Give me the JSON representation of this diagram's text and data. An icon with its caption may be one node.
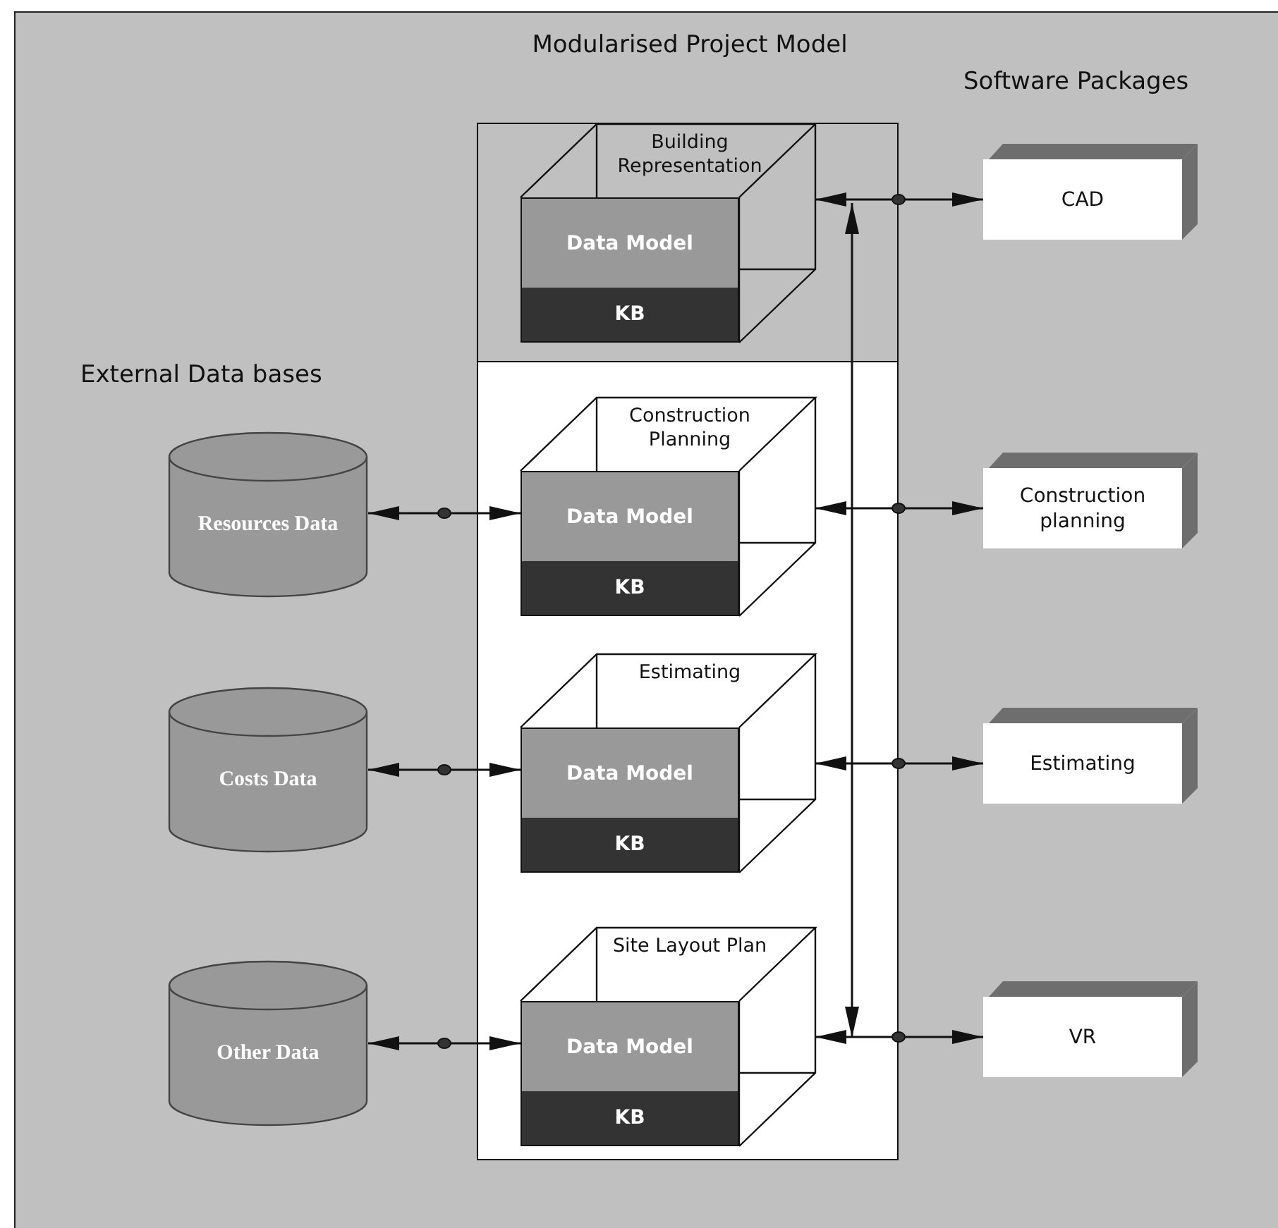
{
  "diagram": {
    "nodes": [
      {
        "text": [
          "Modularised Project Model"
        ]
      },
      {
        "text": [
          "Building Representation"
        ],
        "in": 0
      },
      {
        "text": [
          "Data Model"
        ],
        "in": 1
      },
      {
        "text": [
          "KB"
        ],
        "in": 1
      },
      {
        "text": [
          "Construction Planning"
        ],
        "in": 0
      },
      {
        "text": [
          "Data Model"
        ],
        "in": 4
      },
      {
        "text": [
          "KB"
        ],
        "in": 4
      },
      {
        "text": [
          "Estimating"
        ],
        "in": 0
      },
      {
        "text": [
          "Data Model"
        ],
        "in": 7
      },
      {
        "text": [
          "KB"
        ],
        "in": 7
      },
      {
        "text": [
          "Site Layout Plan"
        ],
        "in": 0
      },
      {
        "text": [
          "Data Model"
        ],
        "in": 10
      },
      {
        "text": [
          "KB"
        ],
        "in": 10
      },
      {
        "text": [
          "CAD"
        ]
      },
      {
        "text": [
          "Construction planning"
        ]
      },
      {
        "text": [
          "Estimating"
        ]
      },
      {
        "text": [
          "VR"
        ]
      },
      {
        "text": [
          "Resources Data"
        ]
      },
      {
        "text": [
          "Costs Data"
        ]
      },
      {
        "text": [
          "Other Data"
        ]
      }
    ],
    "edges": [
      {
        "from": 1,
        "to": 13,
        "arrow": "both"
      },
      {
        "from": 4,
        "to": 14,
        "arrow": "both"
      },
      {
        "from": 7,
        "to": 15,
        "arrow": "both"
      },
      {
        "from": 10,
        "to": 16,
        "arrow": "both"
      },
      {
        "from": 17,
        "to": 5,
        "arrow": "both"
      },
      {
        "from": 18,
        "to": 8,
        "arrow": "both"
      },
      {
        "from": 19,
        "to": 11,
        "arrow": "both"
      },
      {
        "from": 1,
        "to": 10,
        "arrow": "both"
      }
    ],
    "labels": [
      "Software Packages",
      "External Data bases"
    ]
  }
}
